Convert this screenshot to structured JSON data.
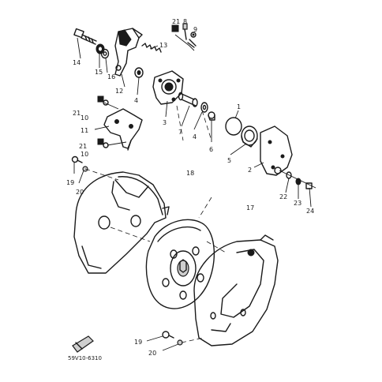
{
  "callouts": {
    "c1": "1",
    "c2": "2",
    "c3": "3",
    "c4a": "4",
    "c4b": "4",
    "c5": "5",
    "c6": "6",
    "c7": "7",
    "c8": "8",
    "c9": "9",
    "c10a": "10",
    "c10b": "10",
    "c11": "11",
    "c12": "12",
    "c13": "13",
    "c14": "14",
    "c15": "15",
    "c16": "16",
    "c17": "17",
    "c18": "18",
    "c19a": "19",
    "c19b": "19",
    "c20a": "20",
    "c20b": "20",
    "c21a": "21",
    "c21b": "21",
    "c21c": "21",
    "c22": "22",
    "c23": "23",
    "c24": "24"
  },
  "drawing_code": "59V10-6310"
}
